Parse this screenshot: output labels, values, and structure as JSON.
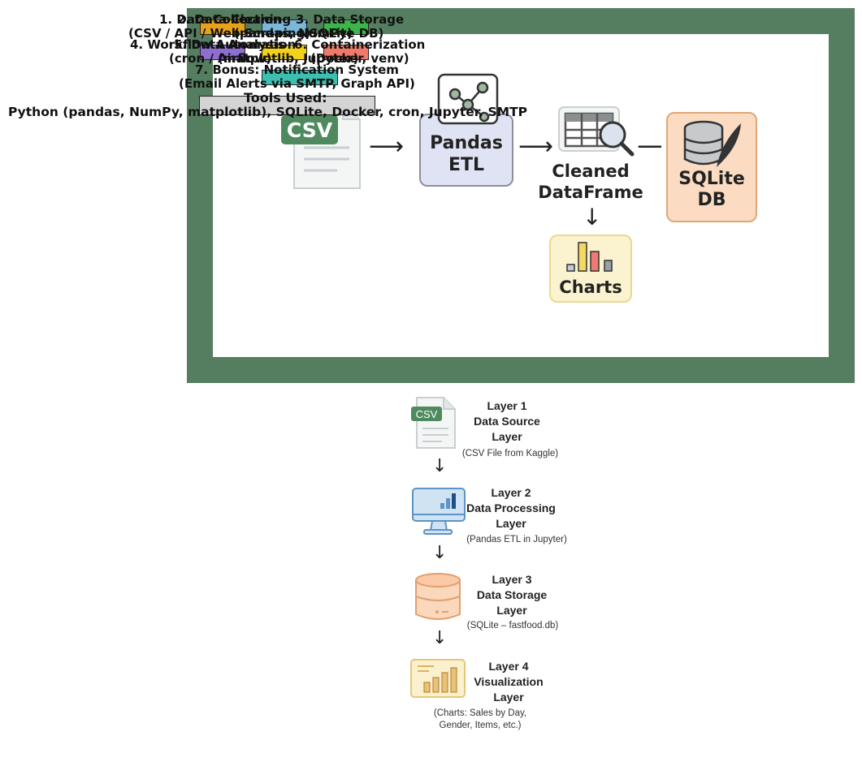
{
  "pipeline": {
    "csv_label": "CSV",
    "pandas_label": "Pandas ETL",
    "cleaned_label": "Cleaned DataFrame",
    "sqlite_label": "SQLite DB",
    "charts_label": "Charts"
  },
  "stages": [
    {
      "text": "1. Data Collection",
      "color": "#e8a21a"
    },
    {
      "text": "2. Data Cleaning",
      "color": "#7ab8d9"
    },
    {
      "text": "3. Data Storage",
      "color": "#3db54a"
    },
    {
      "text": "(CSV / API / Web Scraping)"
    },
    {
      "text": "(pandas, NumPy)"
    },
    {
      "text": "(SQLite DB)"
    },
    {
      "text": "4. Workflow Automation",
      "color": "#8e6fd0"
    },
    {
      "text": "5. Data Analysis",
      "color": "#f2d21a"
    },
    {
      "text": "6. Containerization",
      "color": "#f07a6a"
    },
    {
      "text": "(cron / Airflow)"
    },
    {
      "text": "(matplotlib, Jupyter)"
    },
    {
      "text": "(Docker, venv)"
    },
    {
      "text": "7. Bonus: Notification System",
      "color": "#3cbfb0"
    },
    {
      "text": "(Email Alerts via SMTP, Graph API)"
    }
  ],
  "tools": {
    "heading": "Tools Used:",
    "list": "Python (pandas, NumPy, matplotlib), SQLite, Docker, cron, Jupyter, SMTP"
  },
  "layers": [
    {
      "icon": "csv-file-icon",
      "badge": "CSV",
      "title": [
        "Layer 1",
        "Data Source",
        "Layer"
      ],
      "subtitle": [
        "(CSV File from Kaggle)"
      ]
    },
    {
      "icon": "monitor-chart-icon",
      "title": [
        "Layer 2",
        "Data Processing",
        "Layer"
      ],
      "subtitle": [
        "(Pandas ETL in Jupyter)"
      ]
    },
    {
      "icon": "database-icon",
      "title": [
        "Layer 3",
        "Data Storage",
        "Layer"
      ],
      "subtitle": [
        "(SQLite – fastfood.db)"
      ]
    },
    {
      "icon": "bar-chart-icon",
      "title": [
        "Layer 4",
        "Visualization",
        "Layer"
      ],
      "subtitle": [
        "(Charts: Sales by Day,",
        "Gender, Items, etc.)"
      ]
    }
  ],
  "colors": {
    "frame": "#557d5f",
    "csv_badge": "#4f8a5f",
    "pandas_box": "#dfe3f3",
    "sqlite_box": "#fbdcc2",
    "charts_box": "#fbf3cf"
  }
}
